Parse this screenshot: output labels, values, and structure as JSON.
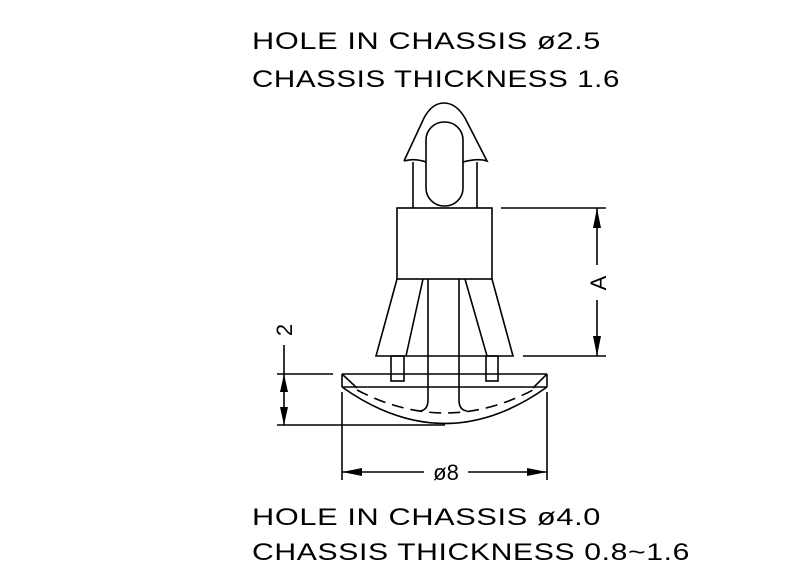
{
  "top_note": {
    "line1": "HOLE IN CHASSIS ø2.5",
    "line2": "CHASSIS THICKNESS 1.6"
  },
  "bottom_note": {
    "line1": "HOLE IN CHASSIS ø4.0",
    "line2": "CHASSIS THICKNESS 0.8~1.6"
  },
  "dimensions": {
    "height_label": "A",
    "head_thickness": "2",
    "head_diameter": "ø8"
  }
}
